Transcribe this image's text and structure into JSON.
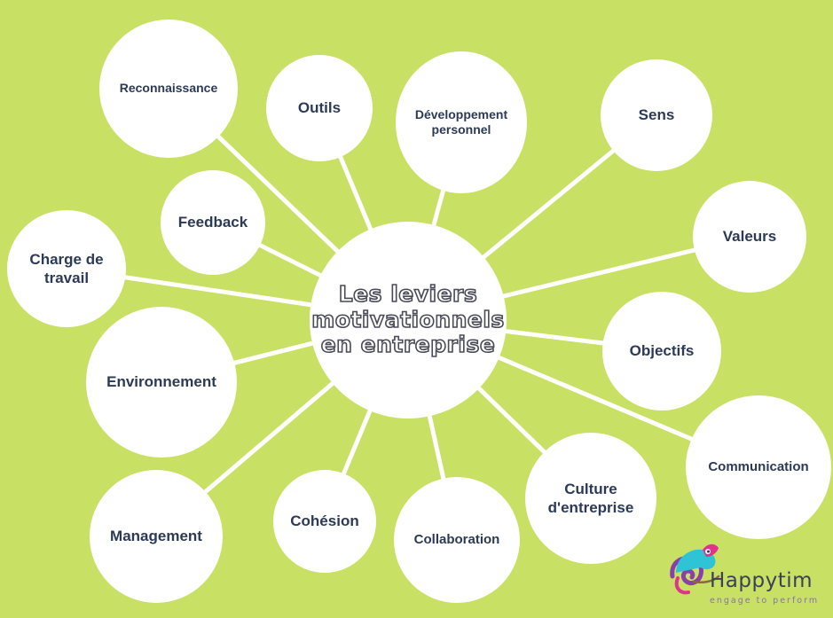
{
  "diagram": {
    "center": "Les leviers motivationnels en entreprise",
    "nodes": [
      "Reconnaissance",
      "Outils",
      "Développement personnel",
      "Sens",
      "Feedback",
      "Valeurs",
      "Charge de travail",
      "Objectifs",
      "Environnement",
      "Communication",
      "Culture d'entreprise",
      "Management",
      "Cohésion",
      "Collaboration"
    ]
  },
  "logo": {
    "name": "Happytim",
    "tagline": "engage to perform"
  },
  "colors": {
    "background": "#c8e064",
    "bubble": "#ffffff",
    "text": "#2c3a57"
  }
}
